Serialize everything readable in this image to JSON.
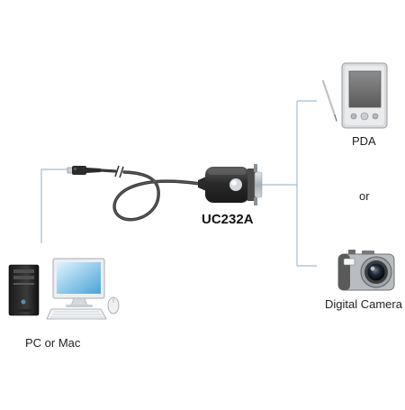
{
  "labels": {
    "computer": "PC or Mac",
    "adapter_model": "UC232A",
    "pda": "PDA",
    "separator": "or",
    "camera": "Digital Camera"
  },
  "colors": {
    "connector_line": "#9dbed3",
    "cable": "#3a3a3a",
    "adapter_body": "#2e2e2e",
    "serial_plug": "#b9bec5",
    "background": "#ffffff"
  },
  "icons": [
    "desktop-pc-icon",
    "usb-cable-icon",
    "serial-adapter-icon",
    "pda-icon",
    "digital-camera-icon"
  ]
}
